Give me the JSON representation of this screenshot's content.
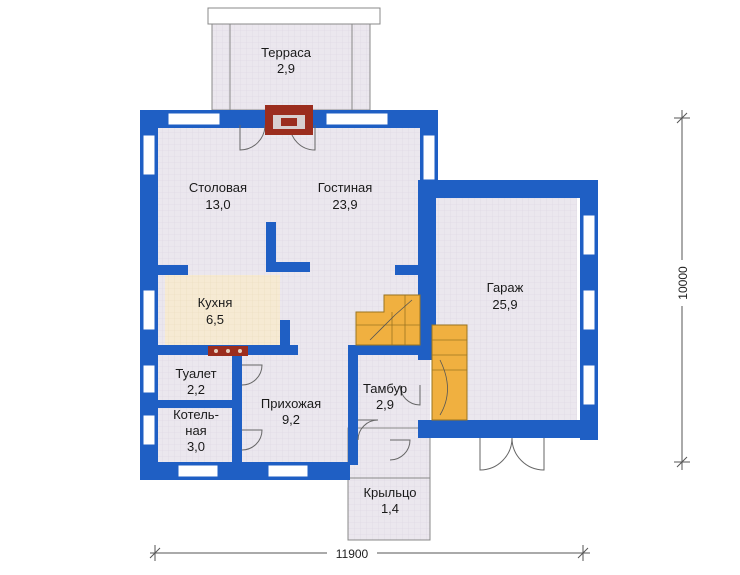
{
  "colors": {
    "wall": "#1f5fc4",
    "floor": "#ece8f0",
    "kitchen_floor": "#f5e9d2",
    "stair": "#f0b040",
    "stove": "#9b2d1e",
    "window": "#ffffff",
    "outline": "#7a7a7a"
  },
  "rooms": {
    "terrace": {
      "name": "Терраса",
      "area": "2,9"
    },
    "dining": {
      "name": "Столовая",
      "area": "13,0"
    },
    "living": {
      "name": "Гостиная",
      "area": "23,9"
    },
    "kitchen": {
      "name": "Кухня",
      "area": "6,5"
    },
    "garage": {
      "name": "Гараж",
      "area": "25,9"
    },
    "toilet": {
      "name": "Туалет",
      "area": "2,2"
    },
    "hall": {
      "name": "Прихожая",
      "area": "9,2"
    },
    "vestibule": {
      "name": "Тамбур",
      "area": "2,9"
    },
    "boiler": {
      "name_line1": "Котель-",
      "name_line2": "ная",
      "area": "3,0"
    },
    "porch": {
      "name": "Крыльцо",
      "area": "1,4"
    }
  },
  "dimensions": {
    "width": "11900",
    "depth": "10000"
  }
}
